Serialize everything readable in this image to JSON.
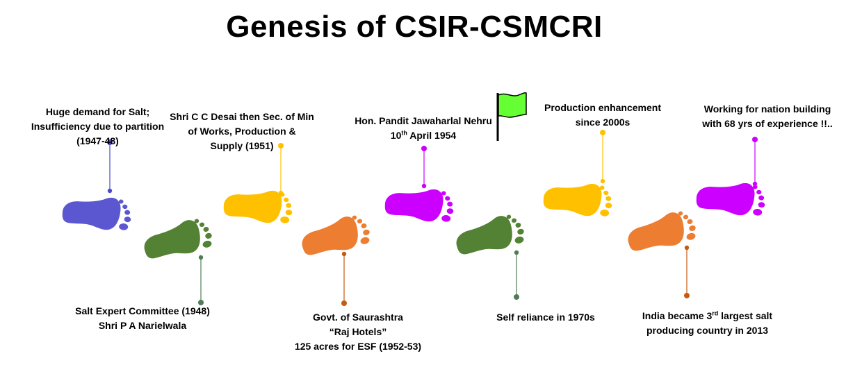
{
  "title": "Genesis of CSIR-CSMCRI",
  "colors": {
    "purple": "#5B57D1",
    "green": "#548235",
    "yellow": "#FFC000",
    "orange": "#ED7D31",
    "magenta": "#CC00FF",
    "flag": "#66FF33"
  },
  "milestones": [
    {
      "lines": [
        "Huge demand for Salt;",
        "Insufficiency due to partition",
        "(1947-48)"
      ]
    },
    {
      "lines": [
        "Salt Expert Committee (1948)",
        "Shri P A Narielwala"
      ]
    },
    {
      "lines": [
        "Shri C C Desai then Sec. of Min",
        "of Works, Production &",
        "Supply (1951)"
      ]
    },
    {
      "lines": [
        "Govt. of Saurashtra",
        "“Raj Hotels”",
        "125 acres for ESF (1952-53)"
      ]
    },
    {
      "lines": [
        "Hon. Pandit Jawaharlal Nehru"
      ],
      "date": {
        "day": "10",
        "suffix": "th",
        "rest": " April 1954"
      }
    },
    {
      "lines": [
        "Self reliance in 1970s"
      ]
    },
    {
      "lines": [
        "Production enhancement",
        "since 2000s"
      ]
    },
    {
      "line1": {
        "before": "India became 3",
        "sup": "rd",
        "after": " largest salt"
      },
      "lines": [
        "producing country in 2013"
      ]
    },
    {
      "lines": [
        "Working for nation building",
        "with 68 yrs of experience !!.."
      ]
    }
  ]
}
